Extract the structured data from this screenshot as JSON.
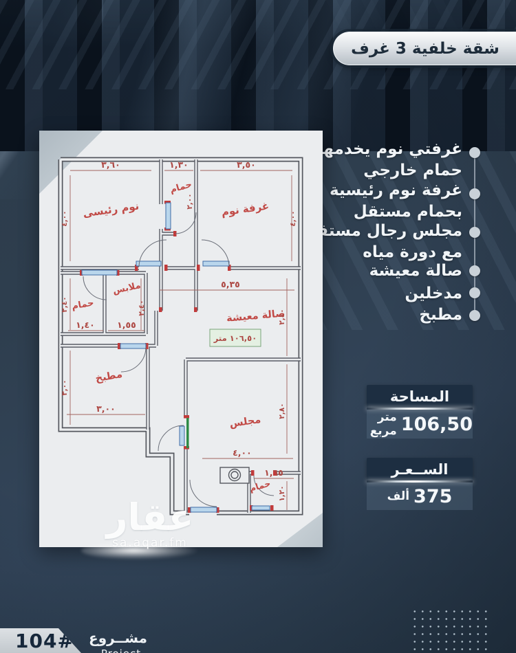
{
  "banner": {
    "title": "شقة خلفية 3 غرف"
  },
  "features": {
    "items": [
      {
        "line1": "غرفتي نوم يخدمها",
        "line2": "حمام خارجي"
      },
      {
        "line1": "غرفة نوم رئيسية",
        "line2": "بحمام مستقل"
      },
      {
        "line1": "مجلس رجال مستقل",
        "line2": "مع دورة مياه"
      },
      {
        "line1": "صالة معيشة"
      },
      {
        "line1": "مدخلين"
      },
      {
        "line1": "مطبخ"
      }
    ]
  },
  "area": {
    "label": "المساحة",
    "number": "106,50",
    "unit": "متر مربع"
  },
  "price": {
    "label": "الســعـر",
    "number": "375",
    "unit": "ألف"
  },
  "project": {
    "number": "104#",
    "label_ar": "مشــروع",
    "label_en": "Project"
  },
  "watermark": {
    "brand": "عقار",
    "site": "sa.aqar.fm"
  },
  "plan": {
    "rooms": {
      "master": "نوم رئيسى",
      "bath_top": "حمام",
      "bedroom": "غرفة نوم",
      "closet": "ملابس",
      "bath_mid": "حمام",
      "living": "صالة معيشة",
      "kitchen": "مطبخ",
      "majlis": "مجلس",
      "bath_bottom": "حمام"
    },
    "dims": {
      "master_w": "٣,٦٠",
      "bath_top_w": "١,٣٠",
      "bedroom_w": "٣,٥٠",
      "living_w": "٥,٣٥",
      "bath_mid_w": "١,٤٠",
      "closet_w": "١,٥٥",
      "kitchen_w": "٣,٠٠",
      "majlis_w": "٤,٠٠",
      "bath_bottom_w": "١,٦٥",
      "master_h": "٤,٠٠",
      "bedroom_h": "٤,٠٠",
      "bath_top_h": "٢,٠٠",
      "bath_mid_h": "٢,٤٠",
      "hall_h": "٢,٤٠",
      "living_h": "٢,٤٠",
      "kitchen_h": "٣,٠٠",
      "majlis_h": "٢,٨٠",
      "bath_bottom_h": "١,٢٠"
    },
    "area_box": "١٠٦,٥٠ متر"
  },
  "colors": {
    "accent_dark": "#1d2e41",
    "paper": "#ebedef",
    "plan_red": "#c14a46",
    "window_blue": "#b9d6ec",
    "door_green": "#2e8b46"
  }
}
